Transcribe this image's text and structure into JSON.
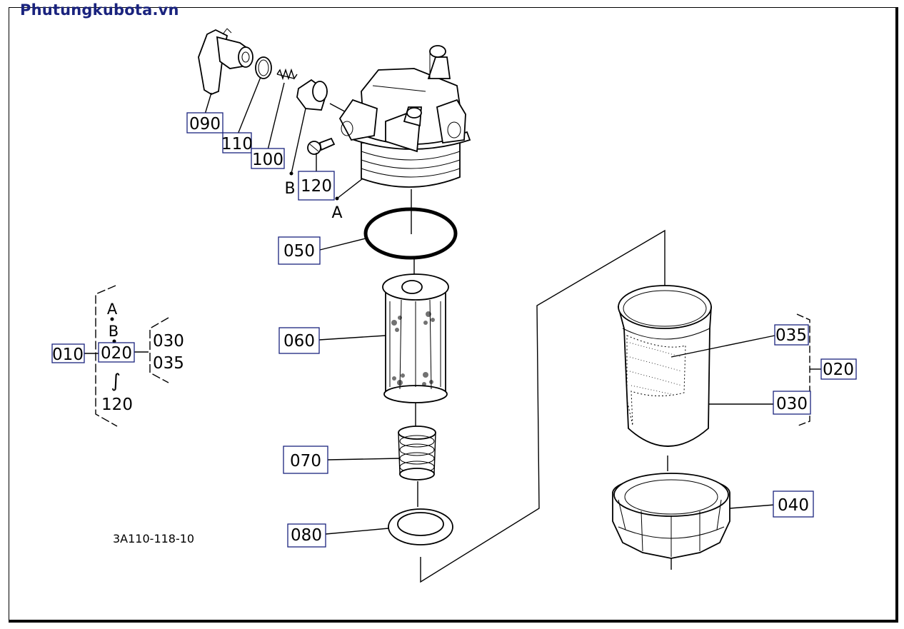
{
  "watermark": "Phutungkubota.vn",
  "colors": {
    "watermark": "#1a237e",
    "callout_border": "#1a237e",
    "line": "#000000"
  },
  "drawing_code": "3A110-118-10",
  "callouts": {
    "c090": "090",
    "c110": "110",
    "c100": "100",
    "c120": "120",
    "c050": "050",
    "c060": "060",
    "c070": "070",
    "c080": "080",
    "c035": "035",
    "c030": "030",
    "c020r": "020",
    "c040": "040",
    "c010": "010",
    "c020l": "020"
  },
  "labels": {
    "a_main": "A",
    "b_main": "B",
    "a_legend": "A",
    "b_legend": "B",
    "legend_030": "030",
    "legend_035": "035",
    "legend_120": "120",
    "tilde": "∫"
  }
}
